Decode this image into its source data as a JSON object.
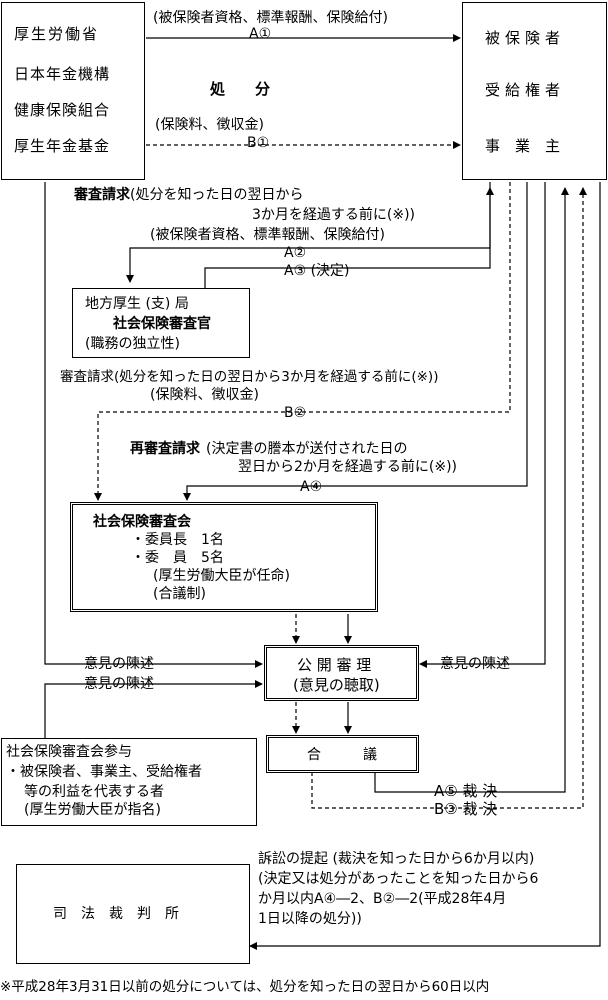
{
  "agencies": [
    "厚生労働省",
    "日本年金機構",
    "健康保険組合",
    "厚生年金基金"
  ],
  "subjects": [
    "被保険者",
    "受給権者",
    "事業主"
  ],
  "top_flow": {
    "a1_desc": "(被保険者資格、標準報酬、保険給付)",
    "a1": "A①",
    "disposition": "処　　分",
    "b1_desc": "(保険料、徴収金)",
    "b1": "B①"
  },
  "review_request_a": {
    "title": "審査請求",
    "desc1": "(処分を知った日の翌日から",
    "desc2": "3か月を経過する前に(※))",
    "desc3": "(被保険者資格、標準報酬、保険給付)",
    "a2": "A②",
    "a3": "A③ (決定)"
  },
  "regional_box": {
    "line1": "地方厚生 (支) 局",
    "line2": "社会保険審査官",
    "line3": "(職務の独立性)"
  },
  "review_request_b": {
    "desc1": "審査請求(処分を知った日の翌日から3か月を経過する前に(※))",
    "desc2": "(保険料、徴収金)",
    "b2": "B②"
  },
  "re_review": {
    "title": "再審査請求",
    "desc1": "(決定書の謄本が送付された日の",
    "desc2": "翌日から2か月を経過する前に(※))",
    "a4": "A④"
  },
  "council_box": {
    "title": "社会保険審査会",
    "line1": "・委員長　1名",
    "line2": "・委　員　5名",
    "line3": "(厚生労働大臣が任命)",
    "line4": "(合議制)"
  },
  "hearing_box": {
    "line1": "公 開 審 理",
    "line2": "(意見の聴取)"
  },
  "opinion_labels": [
    "意見の陳述",
    "意見の陳述",
    "意見の陳述"
  ],
  "deliberation_box": "合　　　議",
  "decisions": [
    "A⑤ 裁 決",
    "B③ 裁 決"
  ],
  "advisor_box": {
    "line1": "社会保険審査会参与",
    "line2": "・被保険者、事業主、受給権者",
    "line3": "等の利益を代表する者",
    "line4": "(厚生労働大臣が指名)"
  },
  "lawsuit": {
    "line1": "訴訟の提起 (裁決を知った日から6か月以内)",
    "line2": "(決定又は処分があったことを知った日から6",
    "line3": "か月以内A④―2、B②―2(平成28年4月",
    "line4": "1日以降の処分))"
  },
  "court_box": "司　法　裁　判　所",
  "footnote": "※平成28年3月31日以前の処分については、処分を知った日の翌日から60日以内"
}
